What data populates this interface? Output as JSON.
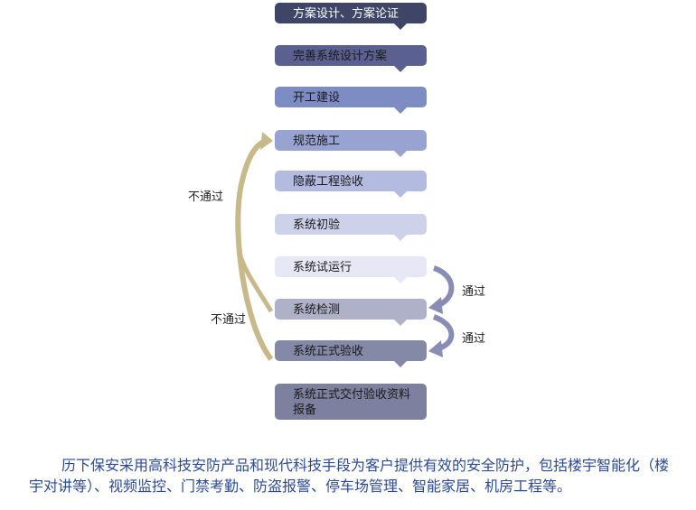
{
  "steps": [
    {
      "label": "方案设计、方案论证",
      "color": "#3f4566",
      "text_color": "#ffffff"
    },
    {
      "label": "完善系统设计方案",
      "color": "#5a6191",
      "text_color": "#1a1a1a"
    },
    {
      "label": "开工建设",
      "color": "#7e8cc4",
      "text_color": "#1a1a1a"
    },
    {
      "label": "规范施工",
      "color": "#98a3d2",
      "text_color": "#1a1a1a"
    },
    {
      "label": "隐蔽工程验收",
      "color": "#b3bbe0",
      "text_color": "#1a1a1a"
    },
    {
      "label": "系统初验",
      "color": "#cdd2ea",
      "text_color": "#1a1a1a"
    },
    {
      "label": "系统试运行",
      "color": "#e6e9f5",
      "text_color": "#1a1a1a"
    },
    {
      "label": "系统检测",
      "color": "#aeb1c8",
      "text_color": "#1a1a1a"
    },
    {
      "label": "系统正式验收",
      "color": "#8589a8",
      "text_color": "#1a1a1a"
    },
    {
      "label": "系统正式交付验收资料报备",
      "color": "#7d809e",
      "text_color": "#1a1a1a"
    }
  ],
  "labels": {
    "fail_1": "不通过",
    "fail_2": "不通过",
    "pass_1": "通过",
    "pass_2": "通过"
  },
  "colors": {
    "fail_arrow": "#c8b98a",
    "pass_arrow": "#8a8db3"
  },
  "description": "历下保安采用高科技安防产品和现代科技手段为客户提供有效的安全防护，包括楼宇智能化（楼宇对讲等）、视频监控、门禁考勤、防盗报警、停车场管理、智能家居、机房工程等。"
}
